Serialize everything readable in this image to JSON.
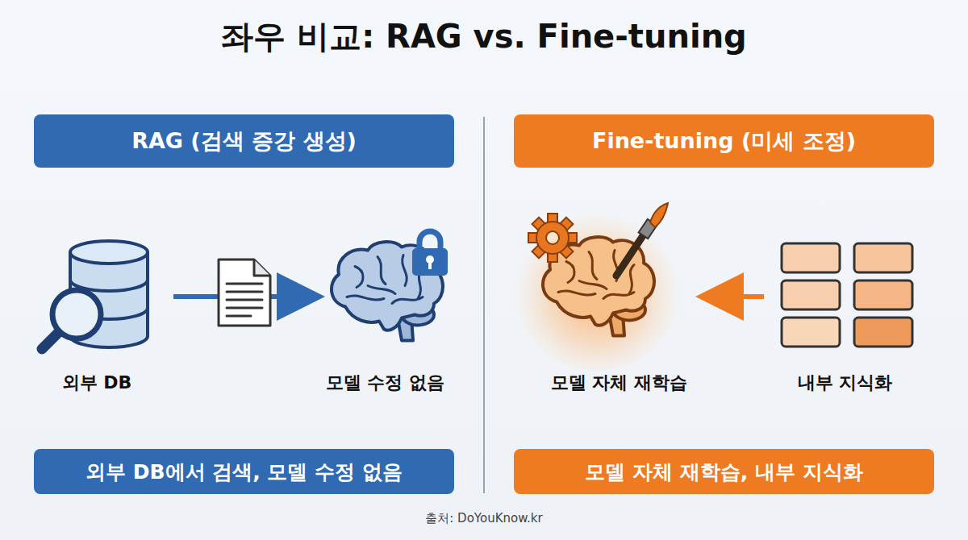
{
  "diagram": {
    "title": "좌우 비교: RAG vs. Fine-tuning",
    "caption": "출처: DoYouKnow.kr",
    "nodes": [
      {
        "text": [
          "RAG (검색 증강 생성)"
        ]
      },
      {
        "text": [
          "Fine-tuning (미세 조정)"
        ]
      },
      {
        "text": [
          "외부 DB"
        ]
      },
      {
        "text": [
          "모델 수정 없음"
        ]
      },
      {
        "text": [
          "모델 자체 재학습"
        ]
      },
      {
        "text": [
          "내부 지식화"
        ]
      },
      {
        "text": [
          "외부 DB에서 검색, 모델 수정 없음"
        ]
      },
      {
        "text": [
          "모델 자체 재학습, 내부 지식화"
        ]
      }
    ],
    "edges": [
      {
        "from": 2,
        "to": 3,
        "arrow": "to"
      },
      {
        "from": 5,
        "to": 4,
        "arrow": "to"
      }
    ]
  }
}
